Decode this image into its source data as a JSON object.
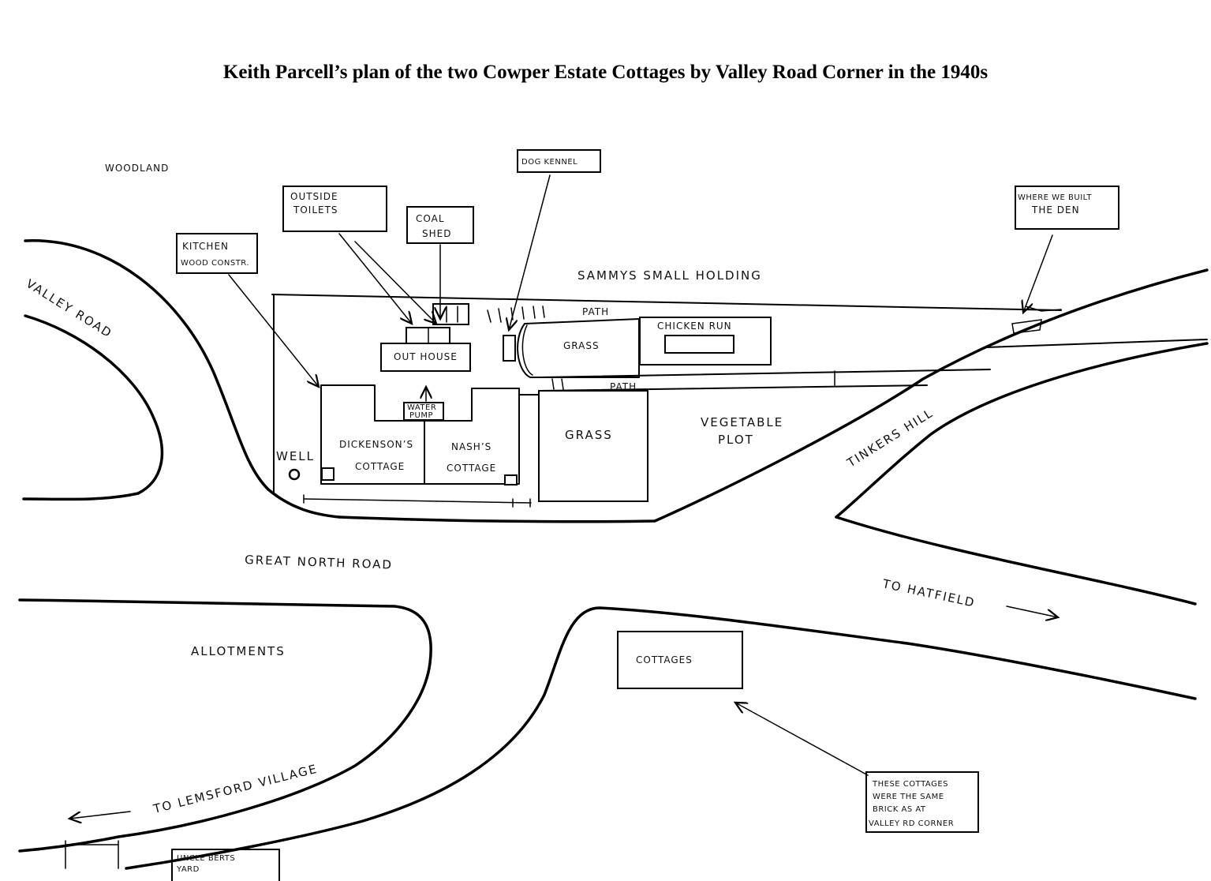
{
  "title": "Keith Parcell’s plan of the two Cowper Estate Cottages by Valley Road Corner in the 1940s",
  "labels": {
    "woodland": "WOODLAND",
    "valley_road": "VALLEY ROAD",
    "kitchen_1": "KITCHEN",
    "kitchen_2": "WOOD CONSTR.",
    "outside_toilets_1": "OUTSIDE",
    "outside_toilets_2": "TOILETS",
    "coal_shed_1": "COAL",
    "coal_shed_2": "SHED",
    "dog_kennel": "DOG KENNEL",
    "where_den_1": "WHERE WE BUILT",
    "where_den_2": "THE DEN",
    "sammys": "SAMMYS  SMALL  HOLDING",
    "path_top": "PATH",
    "path_mid": "PATH",
    "chicken_run": "CHICKEN RUN",
    "out_house": "OUT HOUSE",
    "grass_top": "GRASS",
    "grass_bottom": "GRASS",
    "water_pump_1": "WATER",
    "water_pump_2": "PUMP",
    "vegetable_1": "VEGETABLE",
    "vegetable_2": "PLOT",
    "well": "WELL",
    "dickensons_1": "DICKENSON’S",
    "dickensons_2": "COTTAGE",
    "nashs_1": "NASH’S",
    "nashs_2": "COTTAGE",
    "tinkers_hill": "TINKERS  HILL",
    "great_north_road": "GREAT  NORTH  ROAD",
    "to_hatfield": "TO  HATFIELD",
    "allotments": "ALLOTMENTS",
    "cottages": "COTTAGES",
    "note_1": "THESE COTTAGES",
    "note_2": "WERE THE SAME",
    "note_3": "BRICK AS AT",
    "note_4": "VALLEY RD CORNER",
    "to_lemsford": "TO  LEMSFORD  VILLAGE",
    "uncle_1": "UNCLE BERTS",
    "uncle_2": "YARD"
  }
}
